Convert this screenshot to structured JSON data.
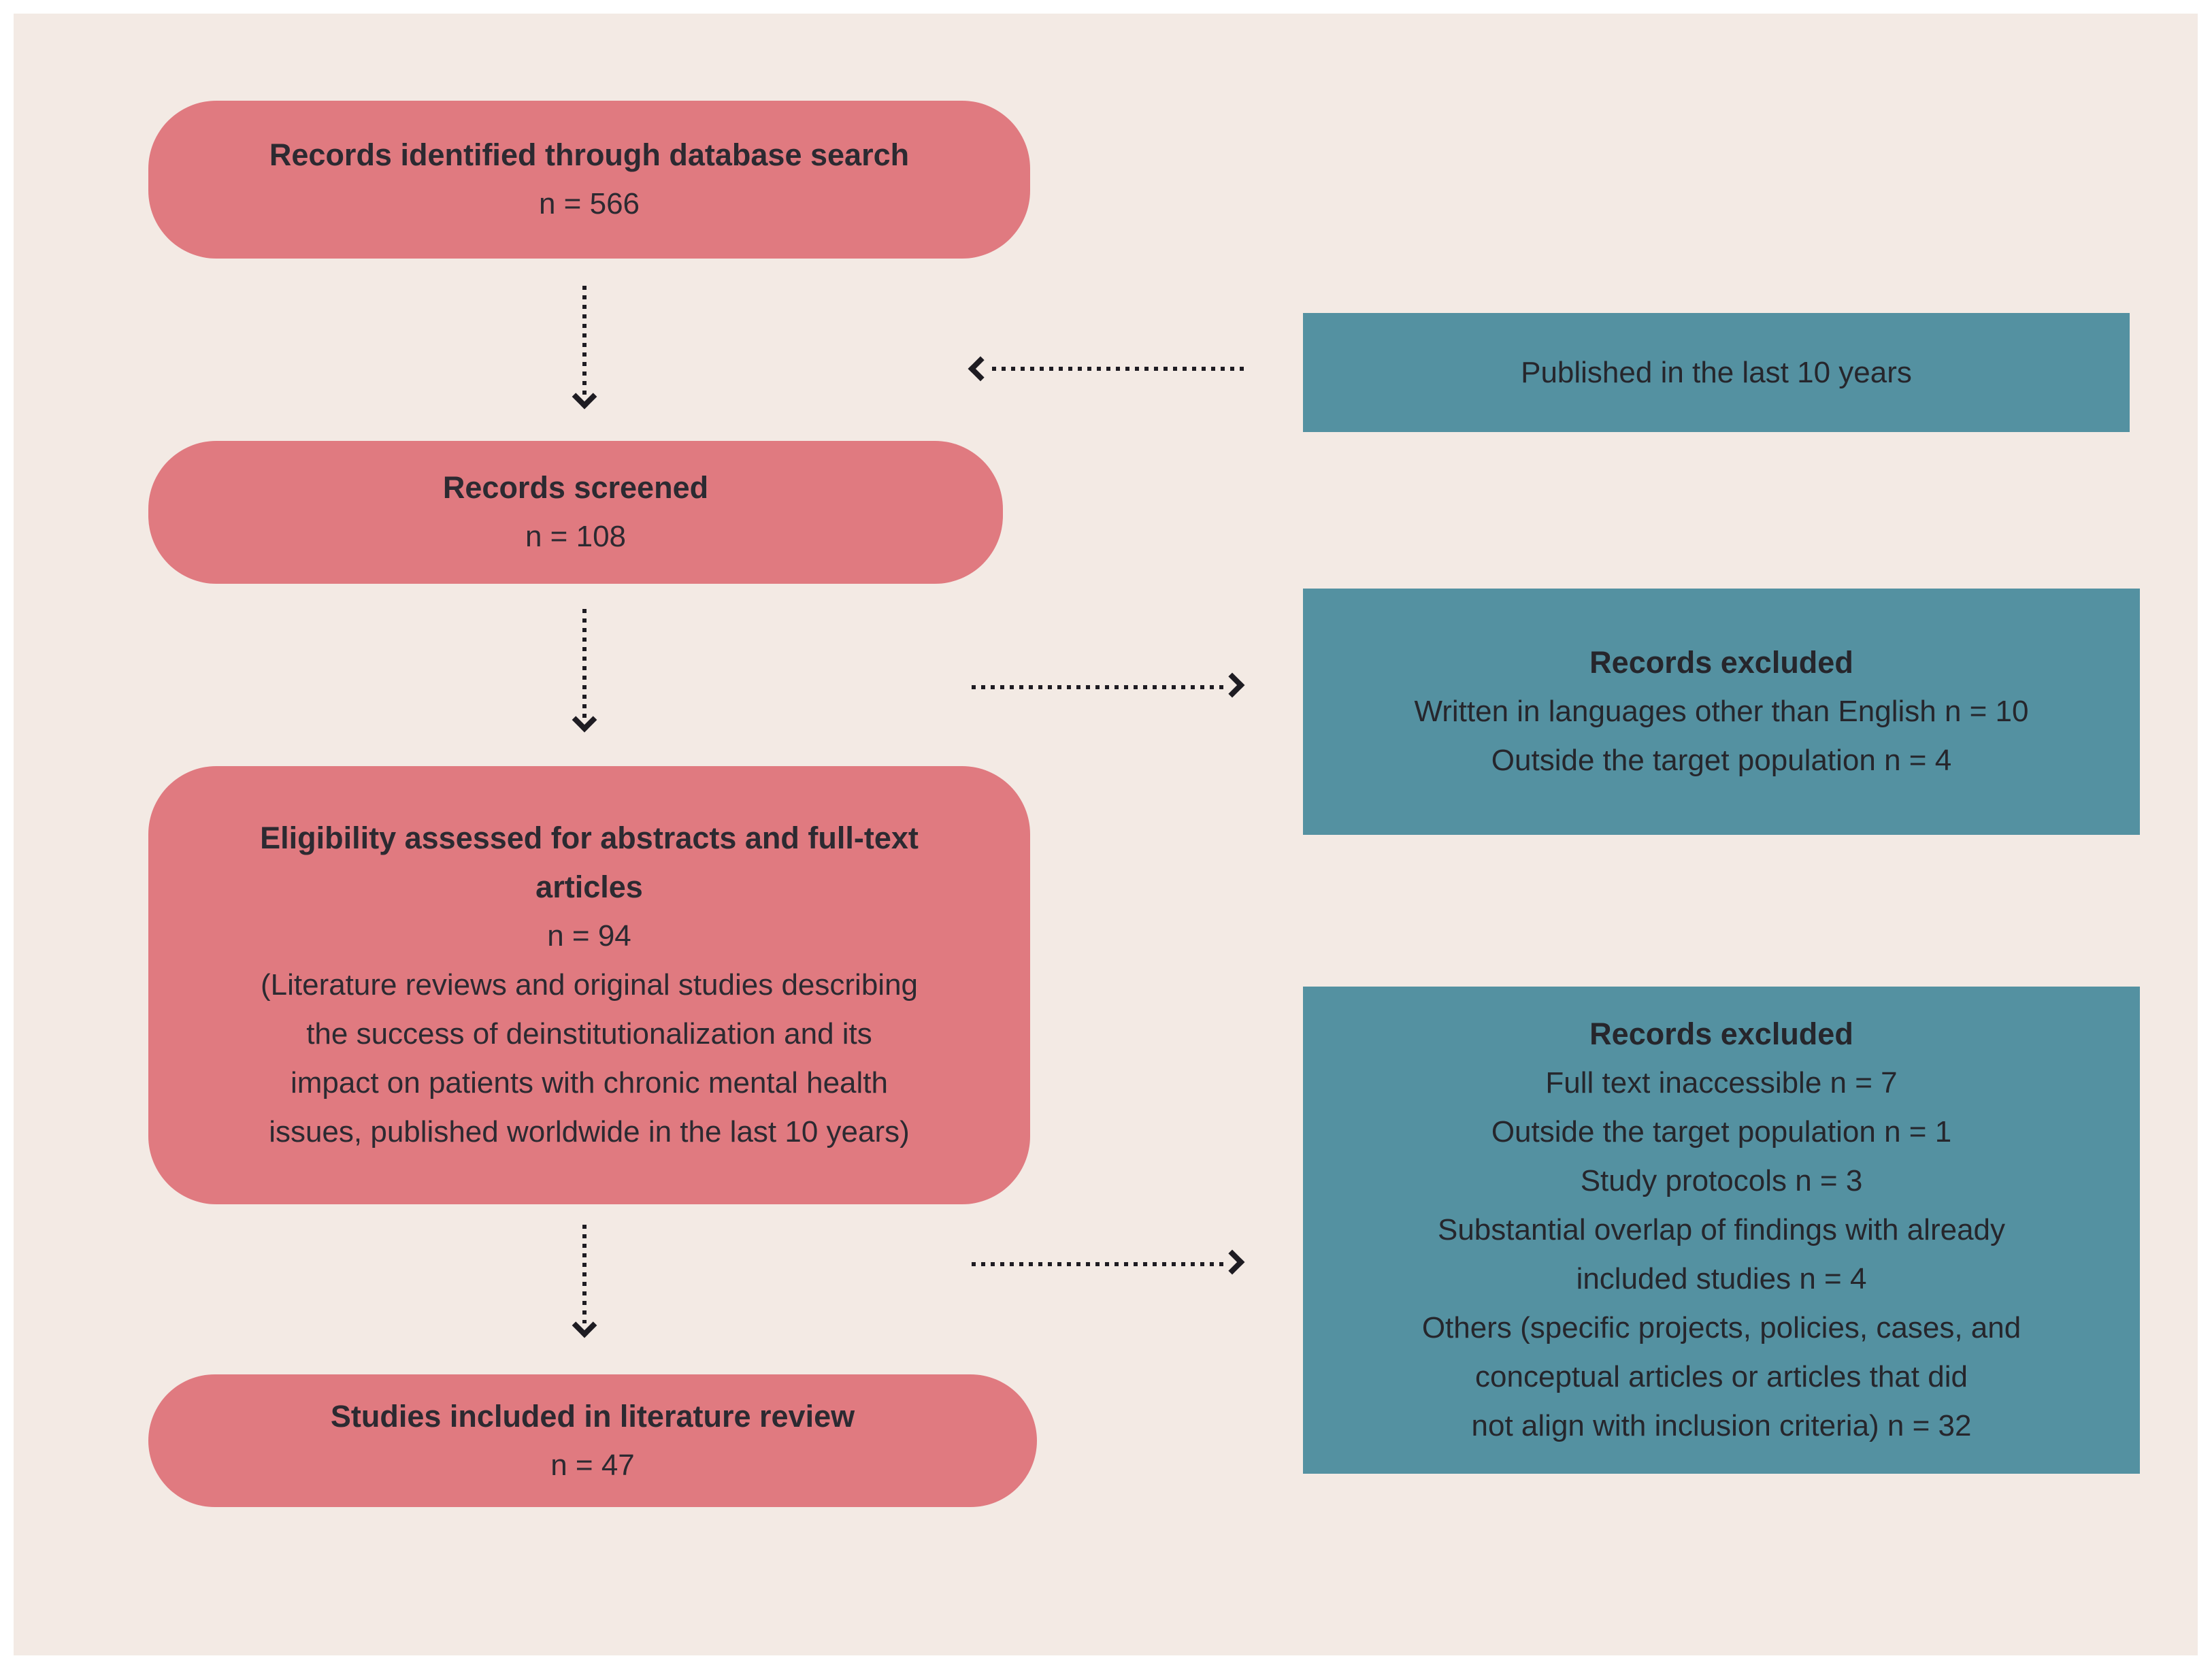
{
  "palette": {
    "background": "#f3eae4",
    "page_border": "#ffffff",
    "flow_box": "#e07a80",
    "criteria_box": "#5491a1",
    "text": "#2c2a31",
    "arrow": "#1e1c22"
  },
  "flow": {
    "identified": {
      "title": "Records identified through database search",
      "count": "n = 566"
    },
    "screened": {
      "title": "Records screened",
      "count": "n = 108"
    },
    "eligibility": {
      "title_lines": [
        "Eligibility assessed for abstracts and full-text",
        "articles"
      ],
      "count": "n = 94",
      "note_lines": [
        "(Literature reviews and original studies describing",
        "the success of deinstitutionalization and its",
        "impact on patients with chronic mental health",
        "issues, published worldwide in the last 10 years)"
      ]
    },
    "included": {
      "title": "Studies included in literature review",
      "count": "n = 47"
    }
  },
  "criteria": {
    "published": {
      "text": "Published in the last 10 years"
    },
    "excluded_screening": {
      "title": "Records excluded",
      "lines": [
        "Written in languages other than English n = 10",
        "Outside the target population n = 4"
      ]
    },
    "excluded_eligibility": {
      "title": "Records excluded",
      "lines": [
        "Full text inaccessible n = 7",
        "Outside the target population n = 1",
        "Study protocols n = 3",
        "Substantial overlap of findings with already",
        "included studies n = 4",
        "Others (specific projects, policies, cases, and",
        "conceptual articles or articles that did",
        "not align with inclusion criteria) n = 32"
      ]
    }
  }
}
